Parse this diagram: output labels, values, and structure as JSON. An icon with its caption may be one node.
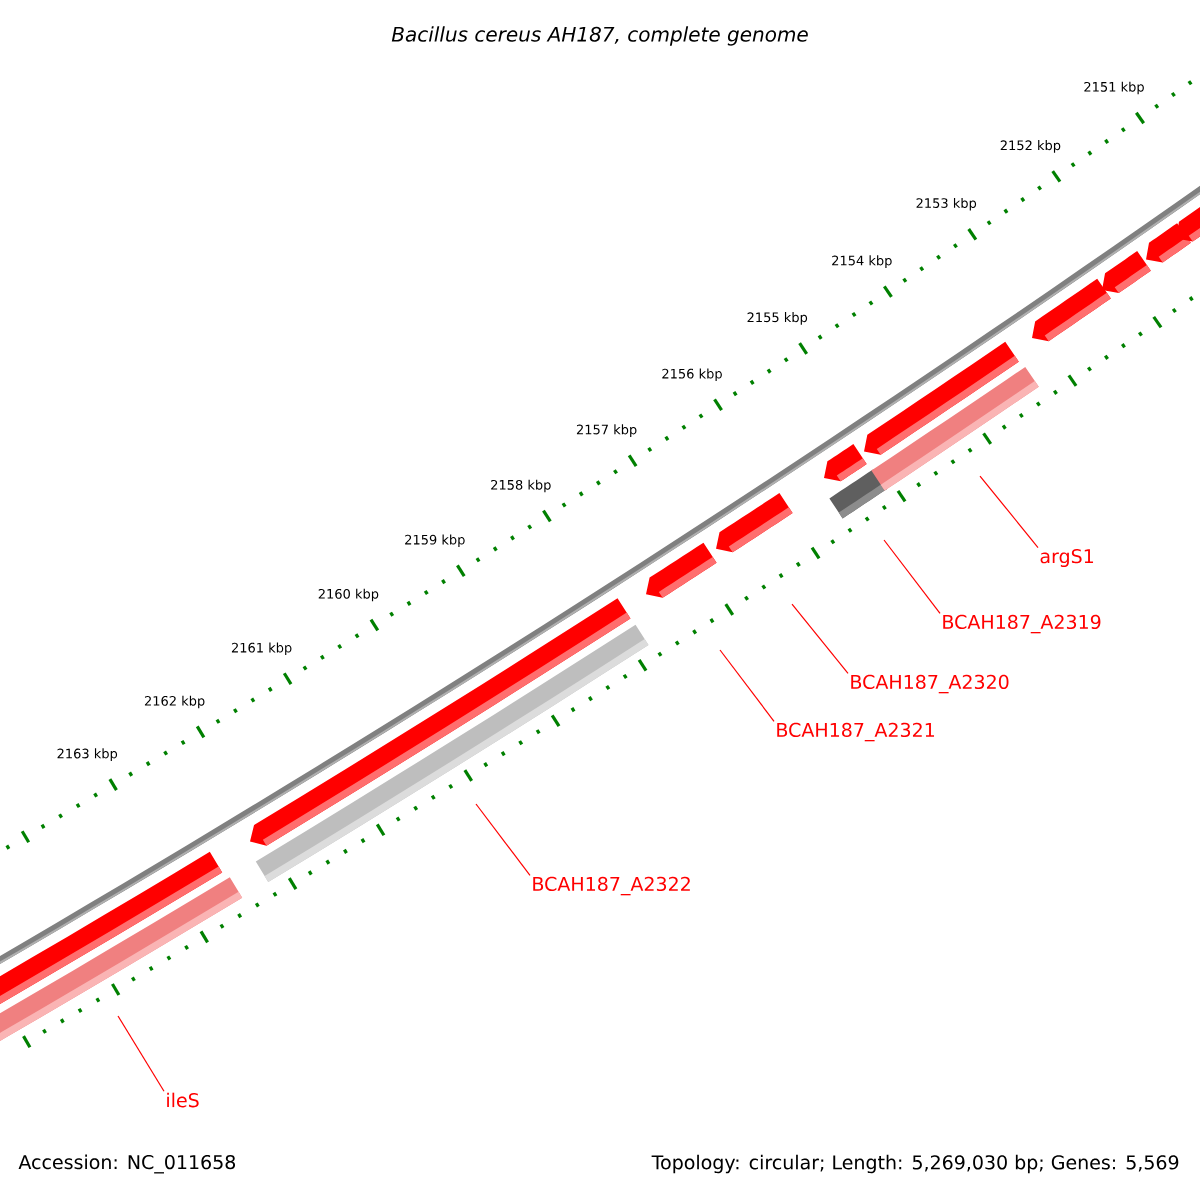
{
  "diagram": {
    "title": "Bacillus cereus AH187, complete genome",
    "nodes": [
      {
        "text": [
          "argS1"
        ]
      },
      {
        "text": [
          "BCAH187_A2319"
        ]
      },
      {
        "text": [
          "BCAH187_A2320"
        ]
      },
      {
        "text": [
          "BCAH187_A2321"
        ]
      },
      {
        "text": [
          "BCAH187_A2322"
        ]
      },
      {
        "text": [
          "ileS"
        ]
      }
    ],
    "edges": [
      {
        "from": 0,
        "to": null,
        "arrow": "none"
      },
      {
        "from": 1,
        "to": null,
        "arrow": "none"
      },
      {
        "from": 2,
        "to": null,
        "arrow": "none"
      },
      {
        "from": 3,
        "to": null,
        "arrow": "none"
      },
      {
        "from": 4,
        "to": null,
        "arrow": "none"
      },
      {
        "from": 5,
        "to": null,
        "arrow": "none"
      }
    ],
    "labels": [
      "2151 kbp",
      "2152 kbp",
      "2153 kbp",
      "2154 kbp",
      "2155 kbp",
      "2156 kbp",
      "2157 kbp",
      "2158 kbp",
      "2159 kbp",
      "2160 kbp",
      "2161 kbp",
      "2162 kbp",
      "2163 kbp",
      "Accession: NC_011658",
      "Topology: circular; Length: 5,269,030 bp; Genes: 5,569"
    ]
  }
}
